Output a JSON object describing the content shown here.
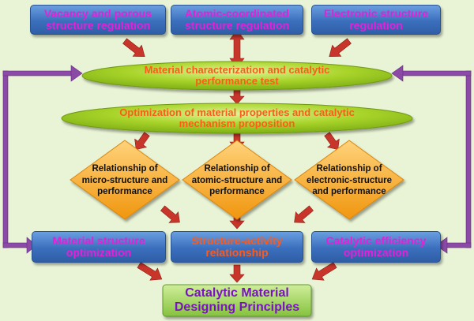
{
  "top_boxes": [
    {
      "text": "Vacancy and porous structure regulation"
    },
    {
      "text": "Atomic-coordinated structure regulation"
    },
    {
      "text": "Electronic structure regulation"
    }
  ],
  "ellipse1": {
    "text": "Material characterization and catalytic performance test"
  },
  "ellipse2": {
    "text": "Optimization of material properties and catalytic mechanism proposition"
  },
  "diamonds": [
    {
      "text": "Relationship of micro-structure and performance"
    },
    {
      "text": "Relationship of atomic-structure and performance"
    },
    {
      "text": "Relationship of electronic-structure and performance"
    }
  ],
  "bottom_boxes": [
    {
      "text": "Material structure optimization"
    },
    {
      "text": "Structure-activity relationship"
    },
    {
      "text": "Catalytic efficiency optimization"
    }
  ],
  "final_box": {
    "text": "Catalytic Material Designing Principles"
  },
  "colors": {
    "background": "#e9f4d6",
    "box_blue": "#3b6fbd",
    "ellipse_green": "#9bd11f",
    "diamond_orange": "#f5a623",
    "final_green": "#9fd35a",
    "arrow_red": "#c8352a",
    "loop_purple": "#8a4aa6",
    "text_magenta": "#e61fd9",
    "text_orange": "#ff5a1a",
    "text_purple": "#7a12c4"
  }
}
